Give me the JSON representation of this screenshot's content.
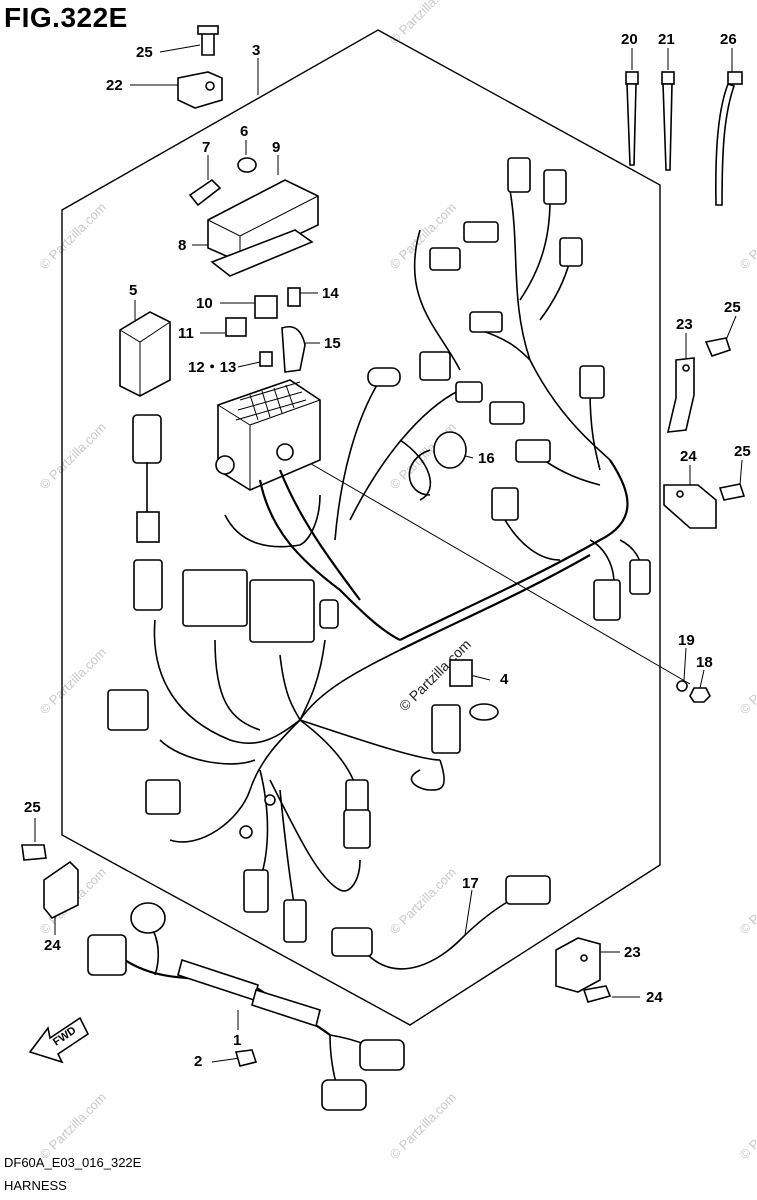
{
  "figure": {
    "title": "FIG.322E",
    "code": "DF60A_E03_016_322E",
    "name": "HARNESS"
  },
  "watermark": {
    "text": "© Partzilla.com",
    "color": "#c9c9c9"
  },
  "fwd_label": "FWD",
  "callouts": {
    "c1": "1",
    "c2": "2",
    "c3": "3",
    "c4": "4",
    "c5": "5",
    "c6": "6",
    "c7": "7",
    "c8": "8",
    "c9": "9",
    "c10": "10",
    "c11": "11",
    "c12_13": "12・13",
    "c14": "14",
    "c15": "15",
    "c16": "16",
    "c17": "17",
    "c18": "18",
    "c19": "19",
    "c20": "20",
    "c21": "21",
    "c22": "22",
    "c23a": "23",
    "c23b": "23",
    "c24a": "24",
    "c24b": "24",
    "c24c": "24",
    "c25a": "25",
    "c25b": "25",
    "c25c": "25",
    "c25d": "25",
    "c26": "26"
  }
}
